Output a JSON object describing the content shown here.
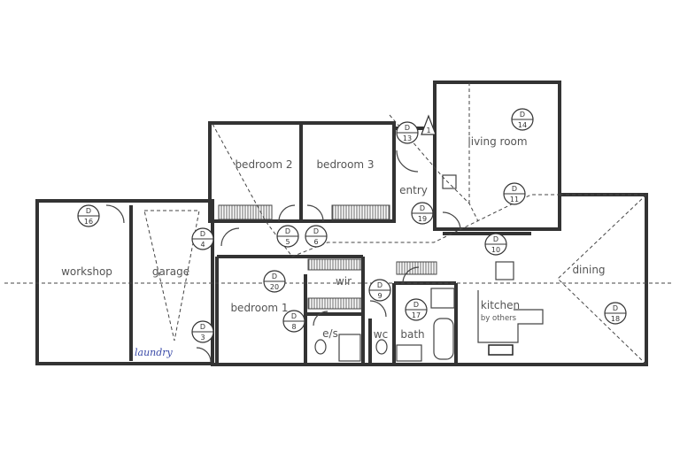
{
  "rooms": {
    "bedroom2": "bedroom 2",
    "bedroom3": "bedroom 3",
    "entry": "entry",
    "living": "living room",
    "workshop": "workshop",
    "garage": "garage",
    "bedroom1": "bedroom 1",
    "wir": "wir",
    "ensuite": "e/s",
    "wc": "wc",
    "bath": "bath",
    "kitchen": "kitchen",
    "kitchen_note": "by others",
    "dining": "dining",
    "laundry": "laundry"
  },
  "door_tags": [
    {
      "prefix": "D",
      "number": "16"
    },
    {
      "prefix": "D",
      "number": "4"
    },
    {
      "prefix": "D",
      "number": "3"
    },
    {
      "prefix": "D",
      "number": "5"
    },
    {
      "prefix": "D",
      "number": "6"
    },
    {
      "prefix": "D",
      "number": "20"
    },
    {
      "prefix": "D",
      "number": "8"
    },
    {
      "prefix": "D",
      "number": "9"
    },
    {
      "prefix": "D",
      "number": "17"
    },
    {
      "prefix": "D",
      "number": "19"
    },
    {
      "prefix": "D",
      "number": "13"
    },
    {
      "prefix": "D",
      "number": "14"
    },
    {
      "prefix": "D",
      "number": "11"
    },
    {
      "prefix": "D",
      "number": "10"
    },
    {
      "prefix": "D",
      "number": "18"
    }
  ],
  "window_tag": "1",
  "colors": {
    "lines": "#333333",
    "handwriting": "#3a4aa8"
  }
}
